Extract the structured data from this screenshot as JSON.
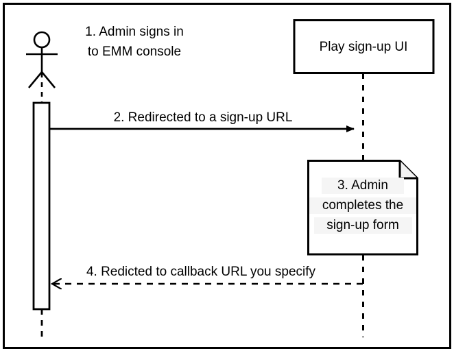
{
  "diagram": {
    "type": "uml-sequence-diagram",
    "border_color": "#000000",
    "background_color": "#ffffff",
    "line_color": "#000000",
    "note_fill_color": "#ffffff",
    "note_text_highlight_color": "#f5f5f5"
  },
  "actor": {
    "name": "admin-actor",
    "label": ""
  },
  "participants": [
    {
      "id": "play-signup-ui",
      "label": "Play sign-up UI"
    }
  ],
  "annotations": [
    {
      "id": "step-1",
      "lines": [
        "1. Admin signs in",
        "to EMM console"
      ]
    }
  ],
  "messages": [
    {
      "id": "step-2",
      "label": "2. Redirected to a sign-up URL",
      "style": "solid",
      "arrowhead": "filled",
      "direction": "right"
    },
    {
      "id": "step-4",
      "label": "4. Redicted to callback URL you specify",
      "style": "dashed",
      "arrowhead": "open",
      "direction": "left"
    }
  ],
  "notes": [
    {
      "id": "step-3",
      "lines": [
        "3. Admin",
        "completes the",
        "sign-up form"
      ]
    }
  ]
}
